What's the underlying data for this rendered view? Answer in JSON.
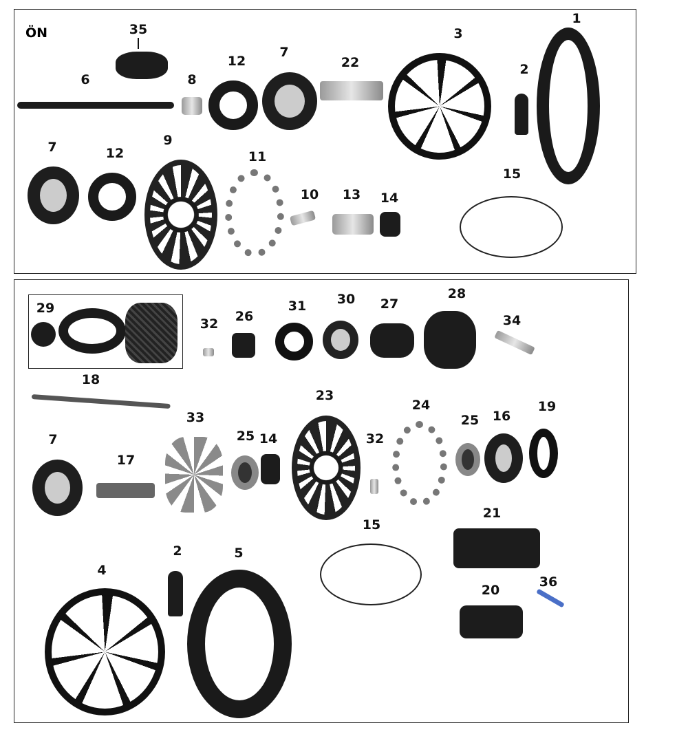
{
  "diagram": {
    "front_section": {
      "heading": "ÖN",
      "labels": [
        "35",
        "6",
        "8",
        "12",
        "7",
        "22",
        "3",
        "2",
        "1",
        "7",
        "12",
        "9",
        "11",
        "10",
        "13",
        "14",
        "15"
      ]
    },
    "rear_section": {
      "labels": [
        "29",
        "32",
        "26",
        "31",
        "30",
        "27",
        "28",
        "34",
        "18",
        "33",
        "25",
        "14",
        "23",
        "32",
        "24",
        "25",
        "16",
        "19",
        "7",
        "17",
        "15",
        "21",
        "20",
        "36",
        "2",
        "4",
        "5"
      ]
    },
    "accent_color": "#4a6fc7"
  }
}
